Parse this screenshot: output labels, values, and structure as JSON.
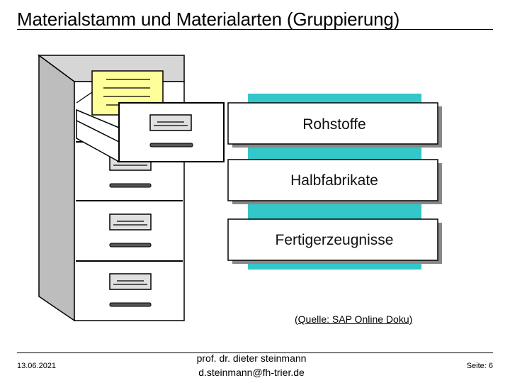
{
  "slide": {
    "title": "Materialstamm und Materialarten (Gruppierung)",
    "source": "(Quelle: SAP Online Doku)"
  },
  "categories": [
    "Rohstoffe",
    "Halbfabrikate",
    "Fertigerzeugnisse"
  ],
  "colors": {
    "teal_band": "#33c7c9",
    "cabinet_gray": "#bdbdbd",
    "folder_yellow": "#ffff99"
  },
  "icons": [
    "file-cabinet-icon",
    "document-icon"
  ],
  "footer": {
    "date": "13.06.2021",
    "author_name": "prof. dr. dieter steinmann",
    "author_email": "d.steinmann@fh-trier.de",
    "page": "Seite: 6"
  }
}
